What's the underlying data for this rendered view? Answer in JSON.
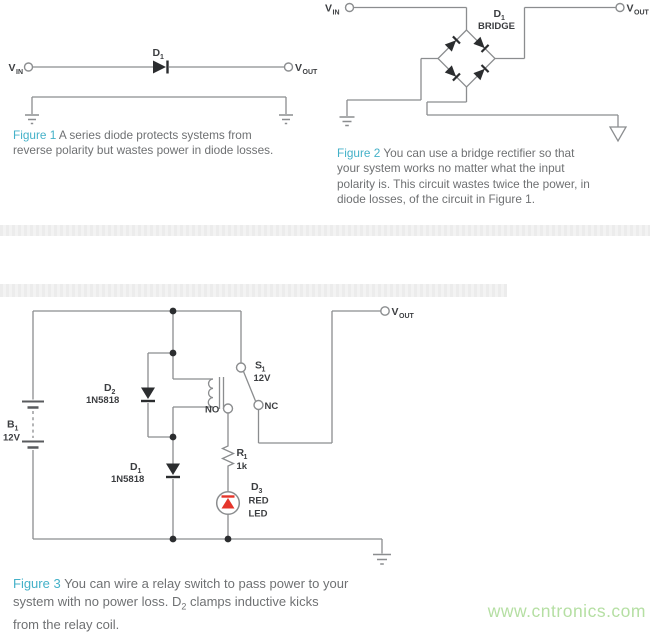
{
  "figure1": {
    "circuit": {
      "vin": "V",
      "vin_sub": "IN",
      "vout": "V",
      "vout_sub": "OUT",
      "d1": "D",
      "d1_sub": "1"
    },
    "caption_label": "Figure 1",
    "caption_lines": [
      " A series diode protects systems from",
      "reverse polarity but wastes power in diode losses."
    ]
  },
  "figure2": {
    "circuit": {
      "vin": "V",
      "vin_sub": "IN",
      "vout": "V",
      "vout_sub": "OUT",
      "d1": "D",
      "d1_sub": "1",
      "bridge": "BRIDGE"
    },
    "caption_label": "Figure 2",
    "caption_lines": [
      " You can use a bridge rectifier so that",
      "your system works no matter what the input",
      "polarity is. This circuit wastes twice the power, in",
      "diode losses, of the circuit in Figure 1."
    ]
  },
  "figure3": {
    "circuit": {
      "b1": "B",
      "b1_sub": "1",
      "b1_val": "12V",
      "d2": "D",
      "d2_sub": "2",
      "d2_val": "1N5818",
      "d1": "D",
      "d1_sub": "1",
      "d1_val": "1N5818",
      "s1": "S",
      "s1_sub": "1",
      "s1_val": "12V",
      "no": "NO",
      "nc": "NC",
      "r1": "R",
      "r1_sub": "1",
      "r1_val": "1k",
      "d3": "D",
      "d3_sub": "3",
      "d3_val1": "RED",
      "d3_val2": "LED",
      "vout": "V",
      "vout_sub": "OUT"
    },
    "caption_label": "Figure 3",
    "caption_line0": " You can wire a relay switch to pass power to your",
    "caption_line1_pre": "system with no power loss. D",
    "caption_sub": "2",
    "caption_line1_post": "  clamps inductive kicks",
    "caption_line2": "from the relay coil."
  },
  "watermark": "www.cntronics.com",
  "colors": {
    "caption_accent": "#44b1c8",
    "caption_text": "#6f7173",
    "wire": "#8b8d8f",
    "component": "#2b2d2f",
    "led_red": "#e5352b",
    "watermark_green": "#b5dfa3",
    "band_gray": "#ececec"
  }
}
